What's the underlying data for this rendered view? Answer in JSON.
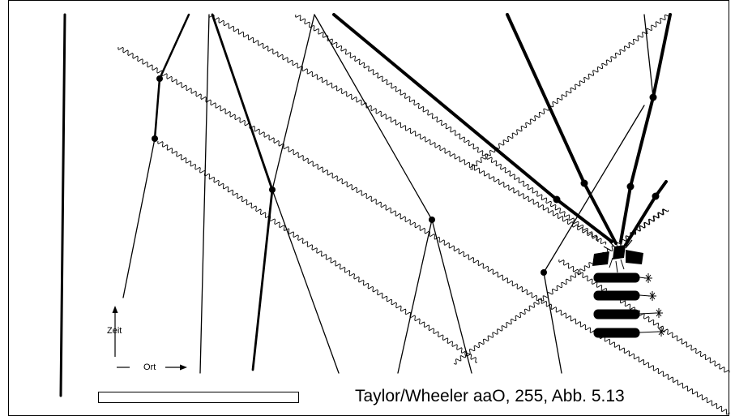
{
  "labels": {
    "time_axis": "Zeit",
    "space_axis": "Ort"
  },
  "caption": "Taylor/Wheeler aaO, 255, Abb. 5.13",
  "colors": {
    "ink": "#000000",
    "background": "#ffffff"
  },
  "icons": {
    "explosion": "explosion-icon",
    "spark": "spark-icon",
    "up-arrow": "arrow-up-icon",
    "right-arrow": "arrow-right-icon"
  }
}
